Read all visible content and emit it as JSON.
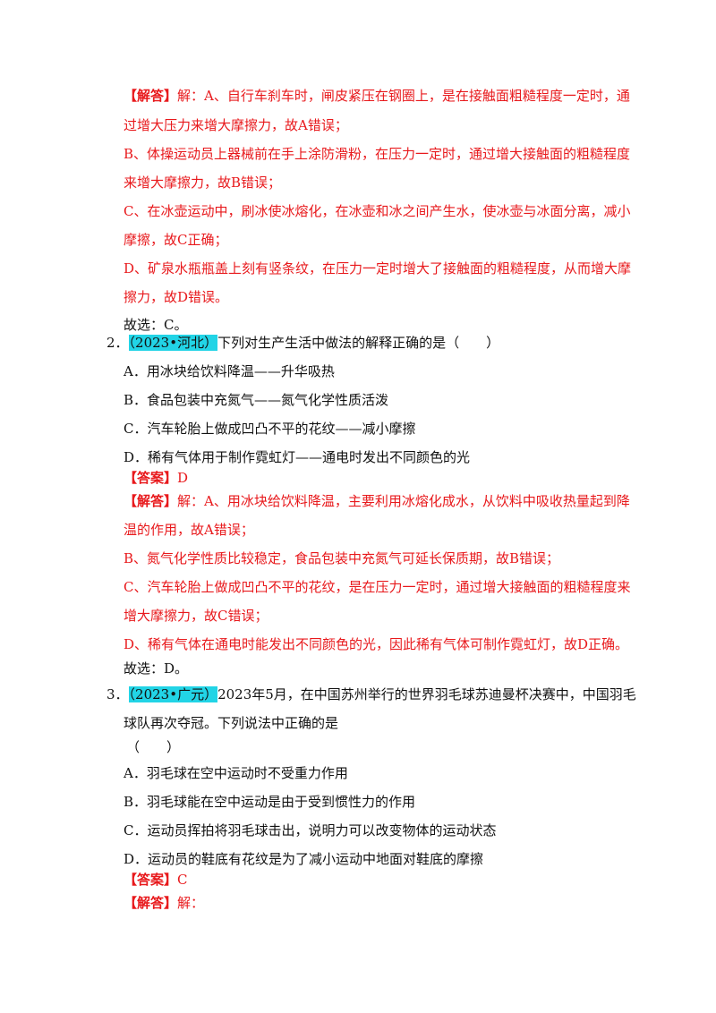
{
  "q1": {
    "analysis_label": "【解答】",
    "analysis_lines": [
      "解：A、自行车刹车时，闸皮紧压在钢圈上，是在接触面粗糙程度一定时，通",
      "过增大压力来增大摩擦力，故A错误；",
      "B、体操运动员上器械前在手上涂防滑粉，在压力一定时，通过增大接触面的粗糙程度",
      "来增大摩擦力，故B错误；",
      "C、在冰壶运动中，刷冰使冰熔化，在冰壶和冰之间产生水，使冰壶与冰面分离，减小",
      "摩擦，故C正确；",
      "D、矿泉水瓶瓶盖上刻有竖条纹，在压力一定时增大了接触面的粗糙程度，从而增大摩",
      "擦力，故D错误。",
      "故选：C。"
    ]
  },
  "q2": {
    "number": "2．",
    "source": "（2023•河北）",
    "stem": "下列对生产生活中做法的解释正确的是（　　）",
    "options": [
      "A．用冰块给饮料降温——升华吸热",
      "B．食品包装中充氮气——氮气化学性质活泼",
      "C．汽车轮胎上做成凹凸不平的花纹——减小摩擦",
      "D．稀有气体用于制作霓虹灯——通电时发出不同颜色的光"
    ],
    "answer_label": "【答案】",
    "answer": "D",
    "analysis_label": "【解答】",
    "analysis_lines": [
      "解：A、用冰块给饮料降温，主要利用冰熔化成水，从饮料中吸收热量起到降",
      "温的作用，故A错误；",
      "B、氮气化学性质比较稳定，食品包装中充氮气可延长保质期，故B错误；",
      "C、汽车轮胎上做成凹凸不平的花纹，是在压力一定时，通过增大接触面的粗糙程度来",
      "增大摩擦力，故C错误；",
      "D、稀有气体在通电时能发出不同颜色的光，因此稀有气体可制作霓虹灯，故D正确。",
      "故选：D。"
    ]
  },
  "q3": {
    "number": "3．",
    "source": "（2023•广元）",
    "stem": "2023年5月，在中国苏州举行的世界羽毛球苏迪曼杯决赛中，中国羽毛",
    "stem_line2": "球队再次夺冠。下列说法中正确的是",
    "stem_line3": "（　　）",
    "options": [
      "A．羽毛球在空中运动时不受重力作用",
      "B．羽毛球能在空中运动是由于受到惯性力的作用",
      "C．运动员挥拍将羽毛球击出，说明力可以改变物体的运动状态",
      "D．运动员的鞋底有花纹是为了减小运动中地面对鞋底的摩擦"
    ],
    "answer_label": "【答案】",
    "answer": "C",
    "analysis_label": "【解答】",
    "analysis_lines": [
      "解："
    ]
  }
}
